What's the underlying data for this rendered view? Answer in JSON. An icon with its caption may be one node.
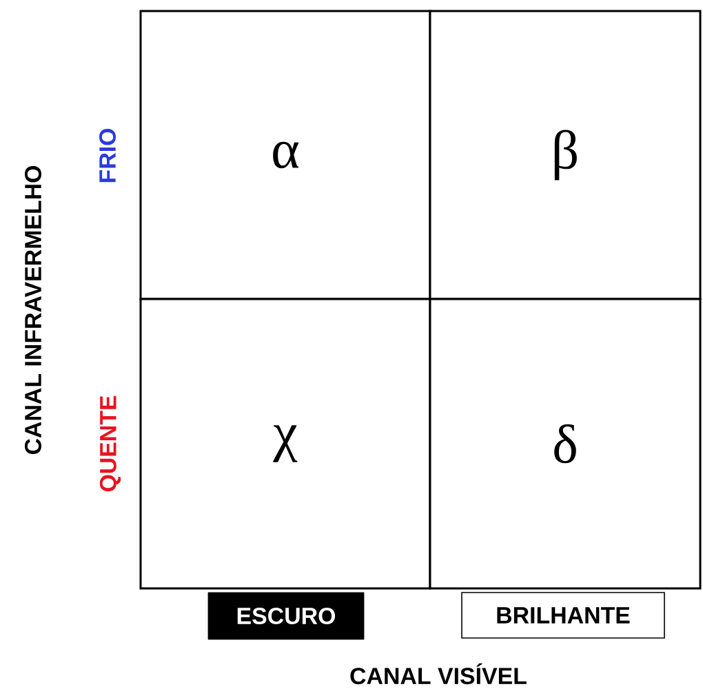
{
  "diagram": {
    "nodes": [
      {
        "text": [
          "α"
        ]
      },
      {
        "text": [
          "β"
        ]
      },
      {
        "text": [
          "χ"
        ]
      },
      {
        "text": [
          "δ"
        ]
      },
      {
        "text": [
          "ESCURO"
        ]
      },
      {
        "text": [
          "BRILHANTE"
        ]
      }
    ],
    "labels": [
      "CANAL INFRAVERMELHO",
      "FRIO",
      "QUENTE",
      "CANAL VISÍVEL"
    ]
  }
}
